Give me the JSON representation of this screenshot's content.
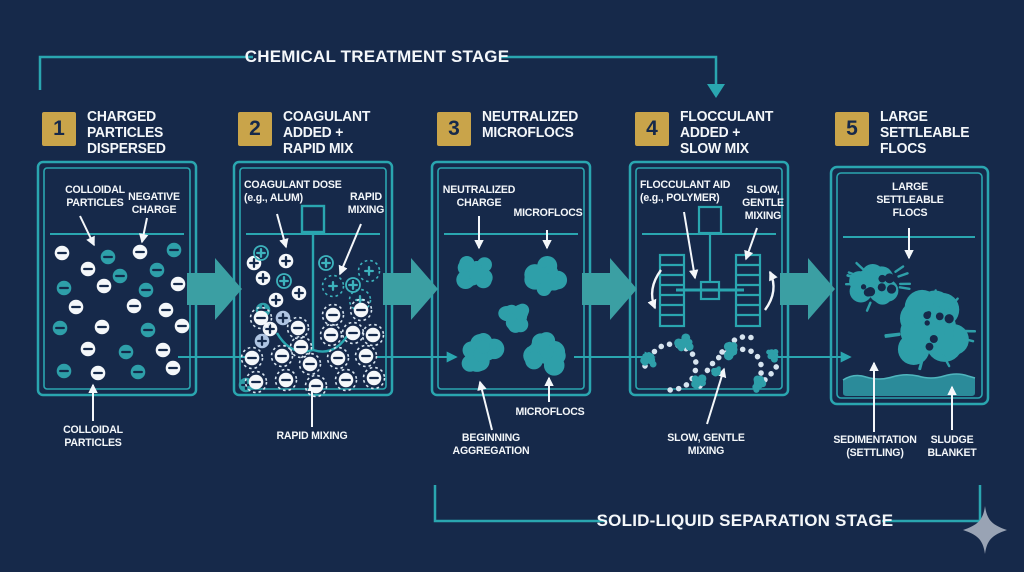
{
  "palette": {
    "background": "#16294A",
    "line_teal": "#2AA6B0",
    "light_teal": "#3DB3BD",
    "arrow_teal": "#3B9FA3",
    "floc_teal": "#2E9FA9",
    "sludge_teal": "#2E96A3",
    "gold": "#C9A44A",
    "text_white": "#F4F7FA",
    "pale_blue": "#AEC4E2",
    "navy_sign": "#14294A",
    "ring_white": "#D7E4EF",
    "star_gray": "#99A3B4"
  },
  "top_bracket": {
    "label": "CHEMICAL TREATMENT STAGE"
  },
  "bottom_bracket": {
    "label": "SOLID-LIQUID SEPARATION STAGE"
  },
  "stages": [
    {
      "num": "1",
      "title": "CHARGED\nPARTICLES\nDISPERSED",
      "labels": {
        "top_left": "COLLOIDAL\nPARTICLES",
        "top_right": "NEGATIVE\nCHARGE",
        "bottom": "COLLOIDAL\nPARTICLES"
      }
    },
    {
      "num": "2",
      "title": "COAGULANT\nADDED +\nRAPID MIX",
      "labels": {
        "top_left": "COAGULANT DOSE\n(e.g., ALUM)",
        "top_right": "RAPID\nMIXING",
        "bottom": "RAPID MIXING"
      }
    },
    {
      "num": "3",
      "title": "NEUTRALIZED\nMICROFLOCS",
      "labels": {
        "top_left": "NEUTRALIZED\nCHARGE",
        "top_right": "MICROFLOCS",
        "bottom_left": "BEGINNING\nAGGREGATION",
        "bottom_right": "MICROFLOCS"
      }
    },
    {
      "num": "4",
      "title": "FLOCCULANT\nADDED +\nSLOW MIX",
      "labels": {
        "top_left": "FLOCCULANT AID\n(e.g., POLYMER)",
        "top_right": "SLOW,\nGENTLE\nMIXING",
        "bottom": "SLOW, GENTLE\nMIXING"
      }
    },
    {
      "num": "5",
      "title": "LARGE\nSETTLEABLE\nFLOCS",
      "labels": {
        "top": "LARGE\nSETTLEABLE\nFLOCS",
        "bottom_left": "SEDIMENTATION\n(SETTLING)",
        "bottom_right": "SLUDGE\nBLANKET"
      }
    }
  ],
  "icons": {
    "block_arrow": "right block arrow",
    "flow_arrow": "thin right arrow",
    "down_arrow": "down arrow",
    "rotation_arrow": "curved rotation arrow",
    "sparkle": "four point star"
  }
}
